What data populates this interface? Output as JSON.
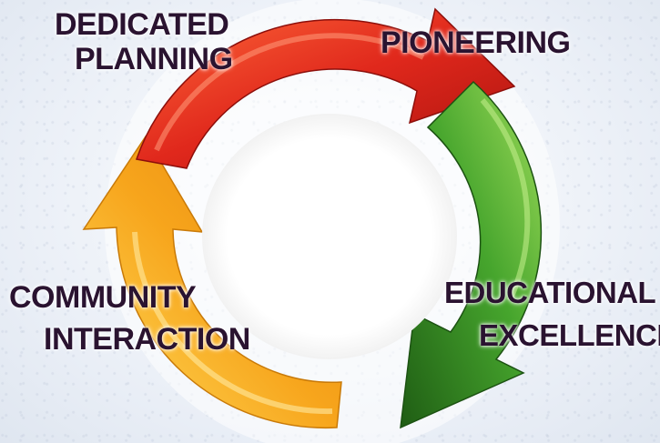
{
  "diagram": {
    "labels": {
      "top_left": [
        "Dedicated",
        "Planning"
      ],
      "top_right": [
        "Pioneering"
      ],
      "bottom_left": [
        "Community",
        "Interaction"
      ],
      "bottom_right": [
        "Educational",
        "Excellence"
      ]
    },
    "colors": {
      "red": "#d9271f",
      "green": "#3e9a2a",
      "orange": "#f5a21a",
      "text": "#2a1330"
    }
  }
}
